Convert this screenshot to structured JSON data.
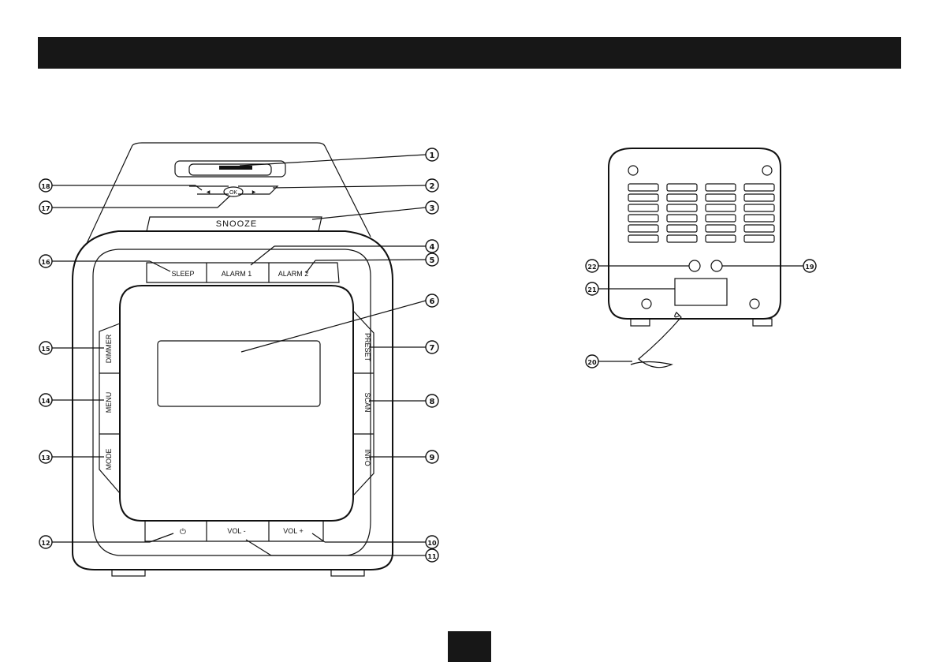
{
  "buttons": {
    "snooze": "SNOOZE",
    "ok": "OK",
    "sleep": "SLEEP",
    "alarm1": "ALARM 1",
    "alarm2": "ALARM 2",
    "dimmer": "DIMMER",
    "menu": "MENU",
    "mode": "MODE",
    "preset": "PRESET",
    "scan": "SCAN",
    "info": "INFO",
    "vol_minus": "VOL -",
    "vol_plus": "VOL +",
    "power_symbol": "⏻",
    "left_arrow": "◀",
    "right_arrow": "▶"
  },
  "callouts": [
    "1",
    "2",
    "3",
    "4",
    "5",
    "6",
    "7",
    "8",
    "9",
    "10",
    "11",
    "12",
    "13",
    "14",
    "15",
    "16",
    "17",
    "18",
    "19",
    "20",
    "21",
    "22"
  ]
}
